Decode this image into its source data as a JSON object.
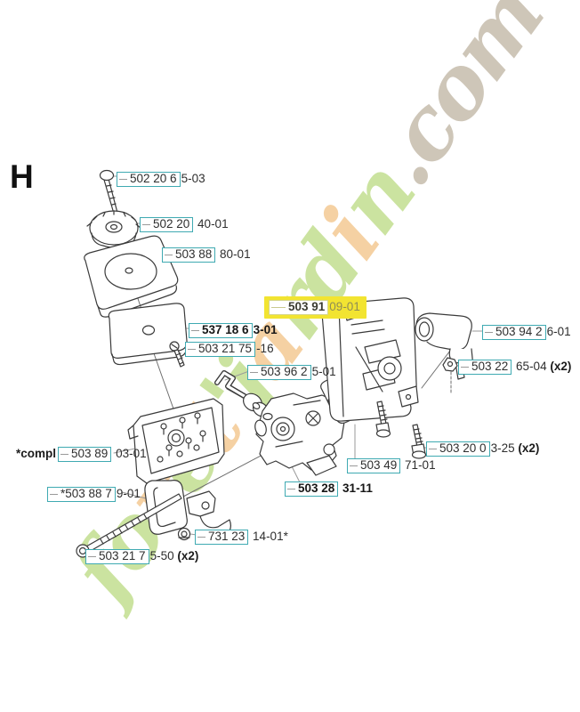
{
  "page": {
    "section_letter": "H"
  },
  "watermark": {
    "text": "foret'jardin.com",
    "palette": {
      "g": "#c9e29b",
      "o": "#f5cf9f",
      "be": "#ccc3b5"
    },
    "letters": [
      {
        "ch": "f",
        "c": "g"
      },
      {
        "ch": "o",
        "c": "g"
      },
      {
        "ch": "r",
        "c": "o"
      },
      {
        "ch": "e",
        "c": "g"
      },
      {
        "ch": "t",
        "c": "o"
      },
      {
        "ch": "'",
        "c": "g"
      },
      {
        "ch": "j",
        "c": "g"
      },
      {
        "ch": "a",
        "c": "o"
      },
      {
        "ch": "r",
        "c": "g"
      },
      {
        "ch": "d",
        "c": "g"
      },
      {
        "ch": "i",
        "c": "o"
      },
      {
        "ch": "n",
        "c": "g"
      },
      {
        "ch": ".",
        "c": "be"
      },
      {
        "ch": "c",
        "c": "be"
      },
      {
        "ch": "o",
        "c": "be"
      },
      {
        "ch": "m",
        "c": "be"
      }
    ]
  },
  "colors": {
    "label_box_border": "#3faab2",
    "highlight_yellow": "#f2e431",
    "leader_line": "#8a8a8a",
    "part_line": "#3a3a3a"
  },
  "labels": [
    {
      "part": "502 20 65-03",
      "box": "502 20 6",
      "rest": "5-03"
    },
    {
      "part": "502 20 40-01",
      "box": "502 20",
      "rest": " 40-01"
    },
    {
      "part": "503 88 80-01",
      "box": "503 88",
      "rest": " 80-01"
    },
    {
      "part": "537 18 63-01",
      "box": "537 18 6",
      "rest": "3-01"
    },
    {
      "part": "503 21 75-16",
      "box": "503 21 75",
      "rest": "-16"
    },
    {
      "part": "503 91 09-01",
      "box": "503 91",
      "rest": "09-01"
    },
    {
      "part": "503 94 26-01",
      "box": "503 94 2",
      "rest": "6-01"
    },
    {
      "part": "503 22 65-04 (x2)",
      "box": "503 22",
      "rest": " 65-04 ",
      "suffix": "(x2)"
    },
    {
      "part": "503 96 25-01",
      "box": "503 96 2",
      "rest": "5-01"
    },
    {
      "part": "503 20 03-25 (x2)",
      "box": "503 20 0",
      "rest": "3-25 ",
      "suffix": "(x2)"
    },
    {
      "part": "503 49 71-01",
      "box": "503 49",
      "rest": " 71-01"
    },
    {
      "part": "503 28 31-11",
      "box": "503 28",
      "rest": " 31-11"
    },
    {
      "part": "503 89 03-01",
      "pre": "*compl",
      "box": "503 89",
      "rest": " 03-01"
    },
    {
      "part": "503 88 79-01",
      "box": "*503 88 7",
      "rest": "9-01"
    },
    {
      "part": "731 23 14-01*",
      "box": "731 23",
      "rest": " 14-01*"
    },
    {
      "part": "503 21 75-50 (x2)",
      "box": "503 21 7",
      "rest": "5-50 ",
      "suffix": "(x2)"
    }
  ]
}
